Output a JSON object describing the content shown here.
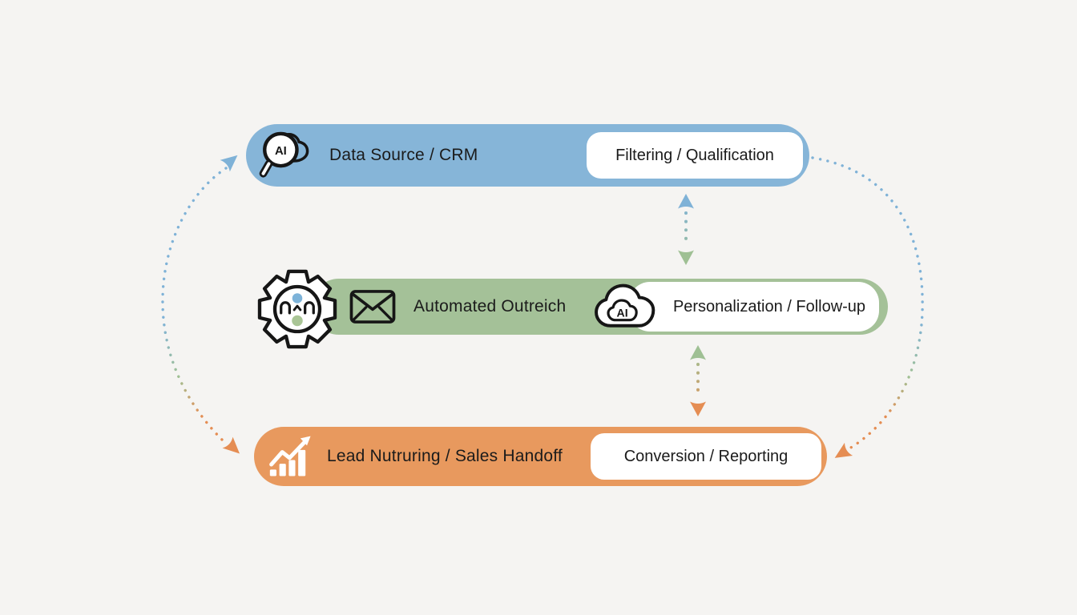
{
  "colors": {
    "background": "#f5f4f2",
    "blue": "#86b5d8",
    "green": "#a4c198",
    "orange": "#e8995e",
    "text": "#1b1b1b",
    "arrow-blue": "#7fb2d7",
    "arrow-green": "#9fc094",
    "arrow-orange": "#e58d53"
  },
  "rows": [
    {
      "label": "Data Source / CRM",
      "pill": "Filtering / Qualification"
    },
    {
      "label": "Automated Outreich",
      "pill": "Personalization / Follow-up"
    },
    {
      "label": "Lead Nutruring / Sales Handoff",
      "pill": "Conversion / Reporting"
    }
  ],
  "badges": {
    "magnifier_ai": "AI",
    "cloud_ai": "AI"
  }
}
